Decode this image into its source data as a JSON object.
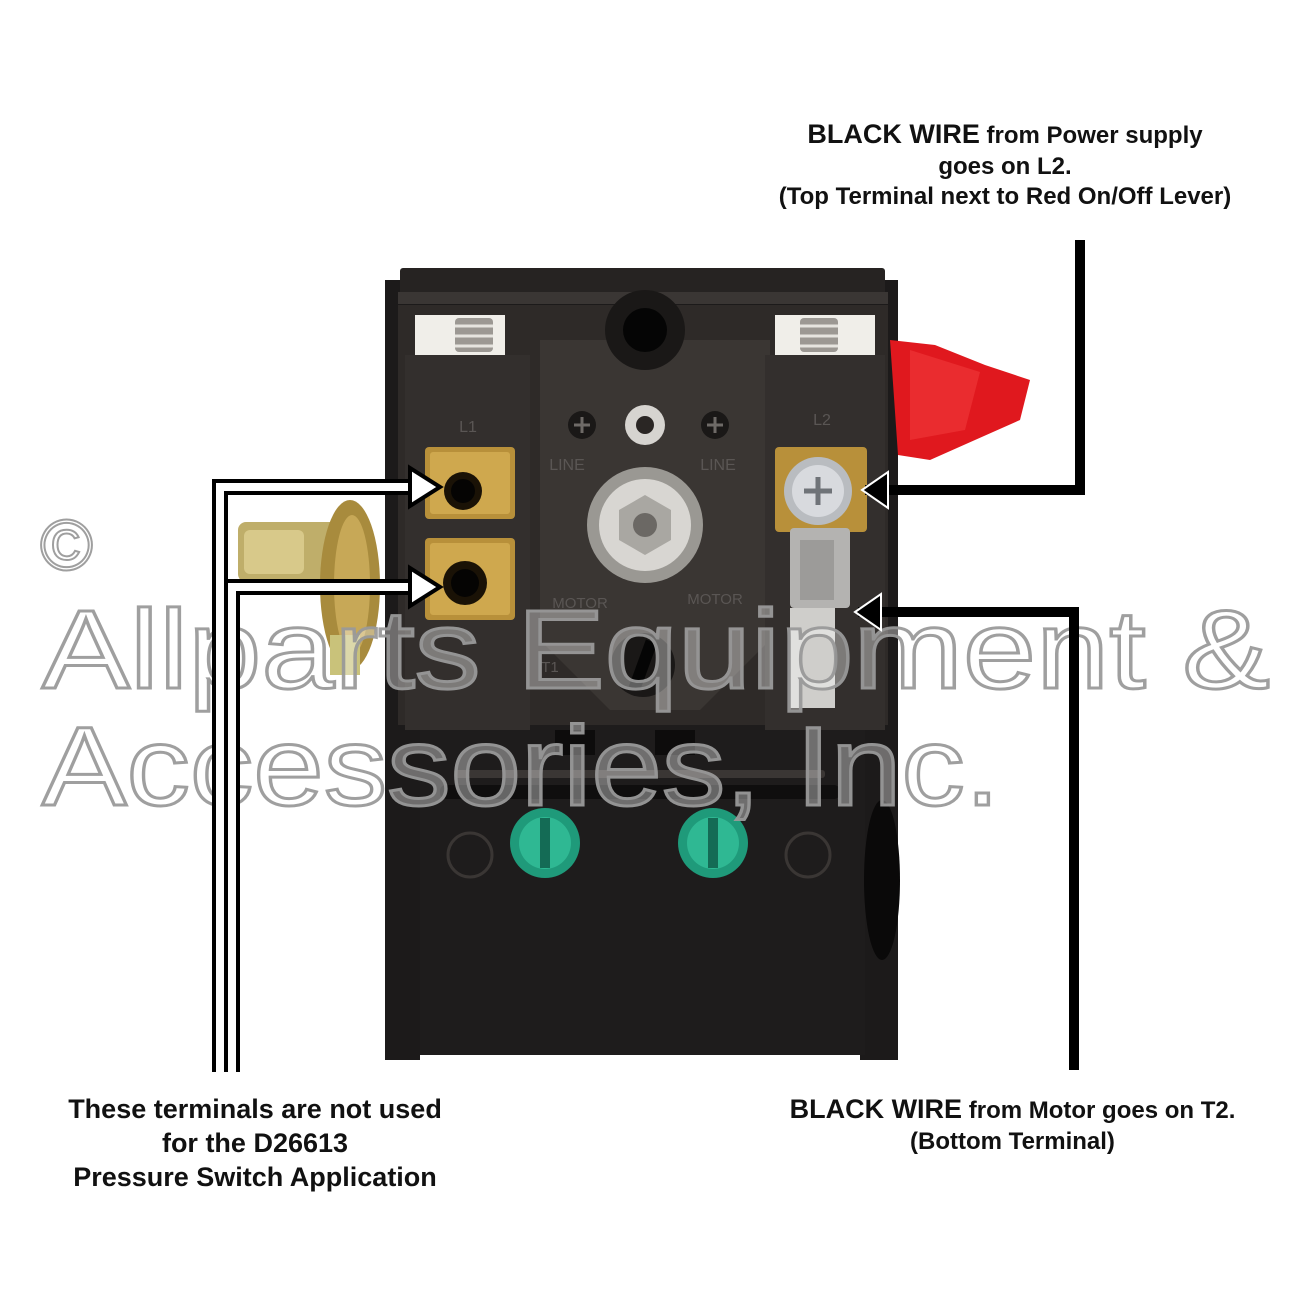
{
  "watermark": {
    "symbol": "©",
    "line1": "Allparts Equipment &",
    "line2": "Accessories, Inc."
  },
  "device": {
    "terminal_labels": {
      "l1": "L1",
      "l2": "L2",
      "line_left": "LINE",
      "line_right": "LINE",
      "motor_left": "MOTOR",
      "motor_right": "MOTOR",
      "t1": "T1"
    },
    "lever_color": "#e0181e",
    "body_color": "#2a2624",
    "brass_color": "#b8903a",
    "ground_screw_color": "#1f9a7a"
  },
  "annotations": {
    "top_right": {
      "line1_bold": "BLACK WIRE",
      "line1_rest": "from Power supply",
      "line2": "goes on L2.",
      "line3": "(Top Terminal next to Red On/Off Lever)"
    },
    "bottom_left": {
      "line1": "These terminals are not used",
      "line2": "for the D26613",
      "line3": "Pressure Switch Application"
    },
    "bottom_right": {
      "line1_bold": "BLACK WIRE",
      "line1_rest": "from Motor goes on T2.",
      "line2": "(Bottom Terminal)"
    }
  }
}
